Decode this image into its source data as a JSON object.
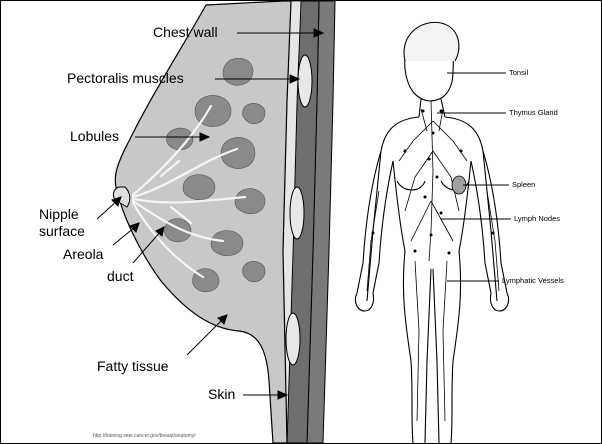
{
  "breast_diagram": {
    "labels": {
      "chest_wall": "Chest wall",
      "pectoralis": "Pectoralis muscles",
      "lobules": "Lobules",
      "nipple": "Nipple",
      "surface": "surface",
      "areola": "Areola",
      "duct": "duct",
      "fatty": "Fatty tissue",
      "skin": "Skin"
    }
  },
  "lymph_diagram": {
    "labels": {
      "tonsil": "Tonsil",
      "thymus": "Thymus Gland",
      "spleen": "Spleen",
      "nodes": "Lymph Nodes",
      "vessels": "Lymphatic Vessels"
    }
  },
  "source_url": "http://training.seer.cancer.gov/breast/anatomy/",
  "colors": {
    "tissue": "#c8c8c8",
    "lobule": "#8a8a8a",
    "muscle": "#6e6e6e",
    "fat_band": "#e6e6e6",
    "outline": "#000000"
  }
}
